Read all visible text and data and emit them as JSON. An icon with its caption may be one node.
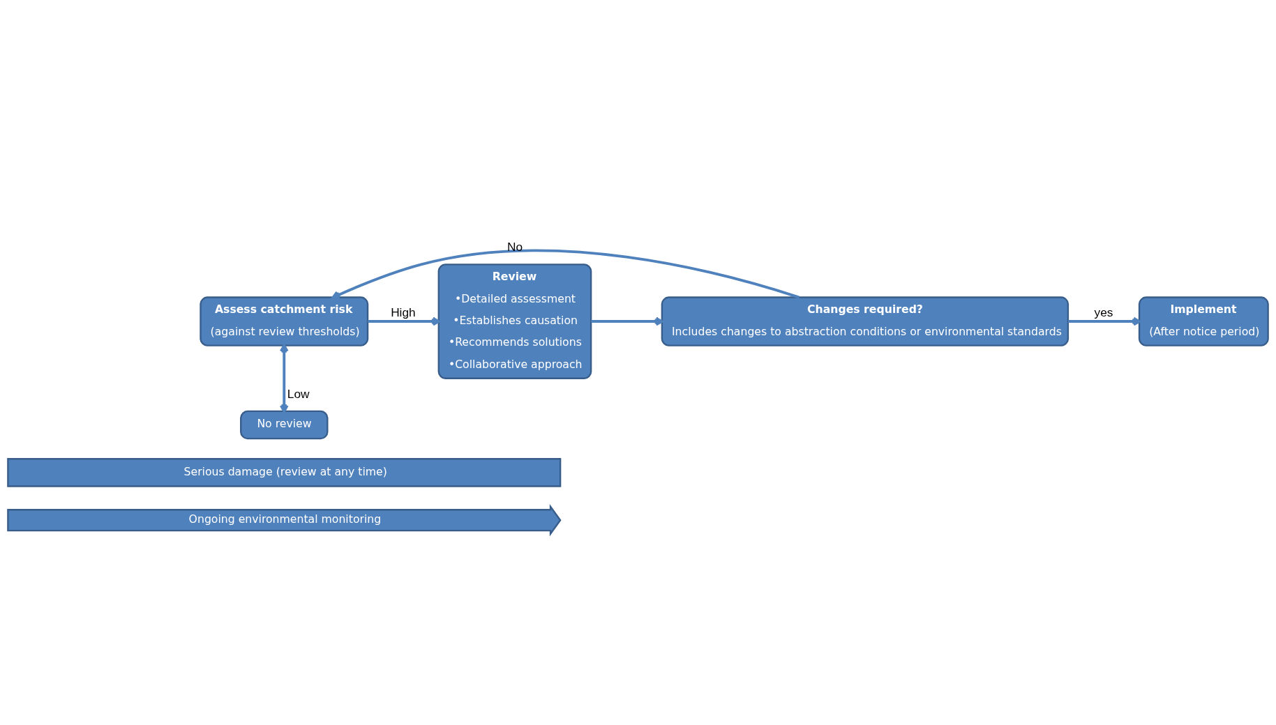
{
  "diagram": {
    "nodes": [
      {
        "text": [
          "Assess catchment risk",
          "(against review thresholds)"
        ]
      },
      {
        "text": [
          "Review",
          "•Detailed assessment",
          "•Establishes causation",
          "•Recommends solutions",
          "•Collaborative approach"
        ]
      },
      {
        "text": [
          "Changes required?",
          "Includes changes to abstraction conditions or environmental standards"
        ]
      },
      {
        "text": [
          "Implement",
          "(After notice period)"
        ]
      },
      {
        "text": [
          "No review"
        ]
      },
      {
        "text": [
          "Serious damage (review at any time)"
        ]
      },
      {
        "text": [
          "Ongoing environmental monitoring"
        ]
      }
    ],
    "edges": [
      {
        "from": 0,
        "to": 1,
        "arrow": "to",
        "label": "High"
      },
      {
        "from": 1,
        "to": 2,
        "arrow": "to"
      },
      {
        "from": 2,
        "to": 3,
        "arrow": "to",
        "label": "yes"
      },
      {
        "from": 2,
        "to": 0,
        "arrow": "to",
        "label": "No"
      },
      {
        "from": 0,
        "to": 4,
        "arrow": "both",
        "label": "Low"
      }
    ]
  }
}
